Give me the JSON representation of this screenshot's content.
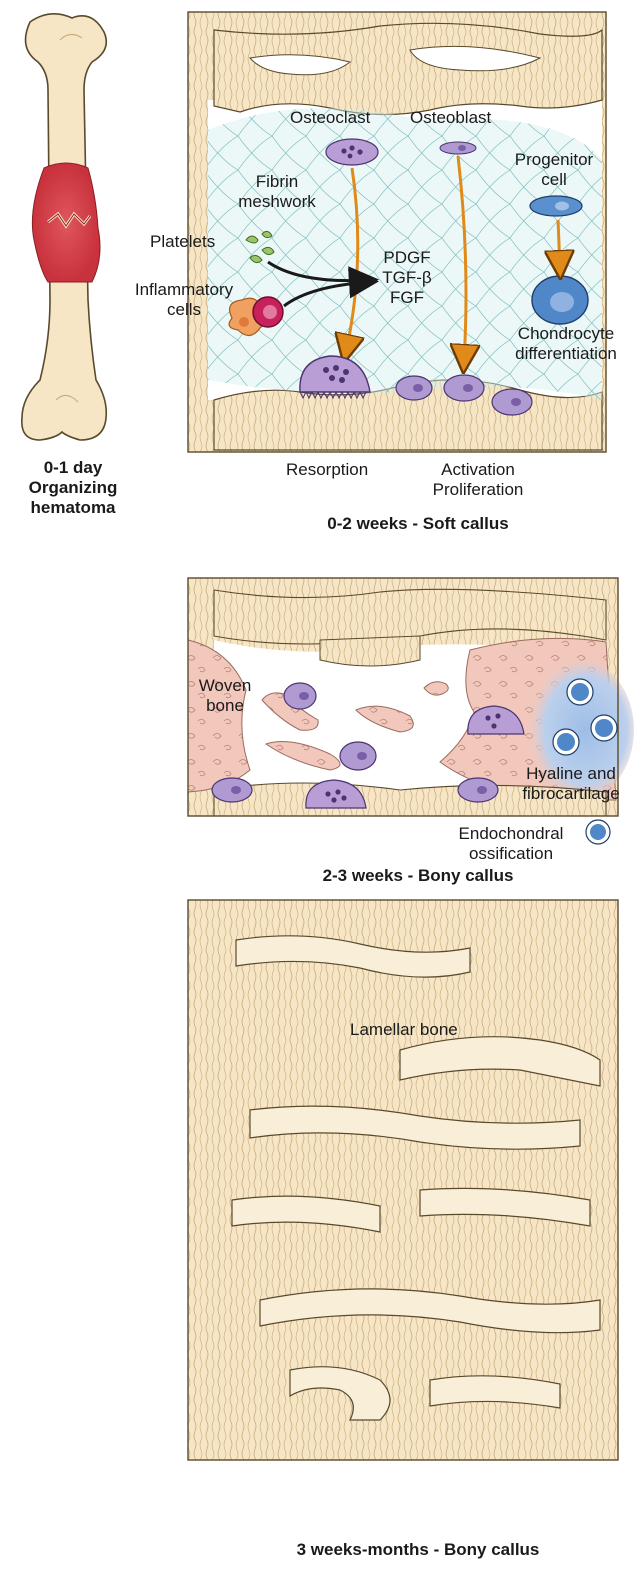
{
  "stage0": {
    "caption_line1": "0-1 day",
    "caption_line2": "Organizing",
    "caption_line3": "hematoma"
  },
  "stage1": {
    "caption": "0-2 weeks - Soft callus",
    "labels": {
      "osteoclast": "Osteoclast",
      "osteoblast": "Osteoblast",
      "fibrin_line1": "Fibrin",
      "fibrin_line2": "meshwork",
      "progenitor_line1": "Progenitor",
      "progenitor_line2": "cell",
      "platelets": "Platelets",
      "inflammatory_line1": "Inflammatory",
      "inflammatory_line2": "cells",
      "pdgf": "PDGF",
      "tgf": "TGF-β",
      "fgf": "FGF",
      "chondrocyte_line1": "Chondrocyte",
      "chondrocyte_line2": "differentiation",
      "resorption": "Resorption",
      "activation": "Activation",
      "proliferation": "Proliferation"
    }
  },
  "stage2": {
    "caption": "2-3 weeks - Bony callus",
    "labels": {
      "woven_line1": "Woven",
      "woven_line2": "bone",
      "hyaline_line1": "Hyaline and",
      "hyaline_line2": "fibrocartilage",
      "endo_line1": "Endochondral",
      "endo_line2": "ossification"
    }
  },
  "stage3": {
    "caption": "3 weeks-months - Bony callus",
    "labels": {
      "lamellar": "Lamellar bone"
    }
  },
  "colors": {
    "bone": "#f6e6c6",
    "bone_outline": "#5a4a2c",
    "hematoma": "#d8404a",
    "osteoclast": "#b89ed4",
    "osteoblast": "#b09ad2",
    "chondrocyte": "#4f87c8",
    "woven_bone": "#f2c8bc",
    "cartilage": "#a8c4e8",
    "arrow": "#e08a1a",
    "mesh": "#7fbfbf",
    "platelet": "#9cc46a",
    "inflammatory_cell": "#c8205a",
    "macrophage": "#f0a060"
  }
}
